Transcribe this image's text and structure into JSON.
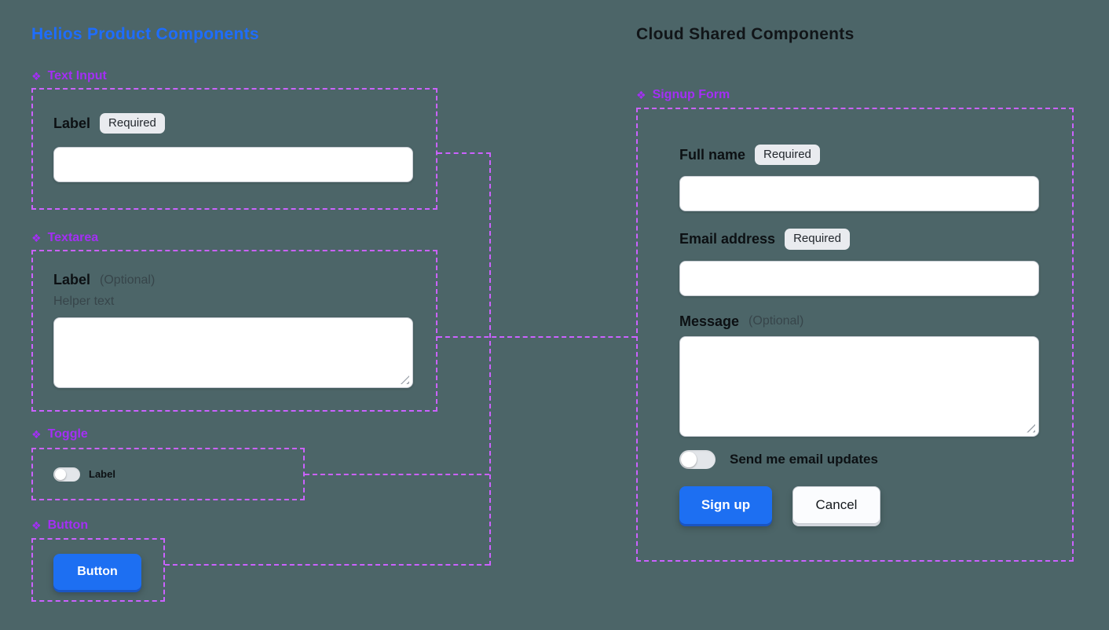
{
  "theme": {
    "canvas_bg": "#4C6568",
    "accent_blue": "#1D6FF2",
    "heading_blue": "#1E6DFF",
    "component_purple": "#A42FF5",
    "connector_purple": "#CB62FF"
  },
  "icons": {
    "component": "❖"
  },
  "left": {
    "title": "Helios Product Components",
    "text_input": {
      "tag": "Text Input",
      "label": "Label",
      "badge": "Required",
      "value": ""
    },
    "textarea": {
      "tag": "Textarea",
      "label": "Label",
      "optional": "(Optional)",
      "helper": "Helper text",
      "value": ""
    },
    "toggle": {
      "tag": "Toggle",
      "label": "Label"
    },
    "button": {
      "tag": "Button",
      "label": "Button"
    }
  },
  "right": {
    "title": "Cloud Shared Components",
    "signup": {
      "tag": "Signup Form",
      "fields": [
        {
          "label": "Full name",
          "badge": "Required",
          "value": ""
        },
        {
          "label": "Email address",
          "badge": "Required",
          "value": ""
        },
        {
          "label": "Message",
          "optional": "(Optional)",
          "value": ""
        }
      ],
      "toggle_label": "Send me email updates",
      "signup_button": "Sign up",
      "cancel_button": "Cancel"
    }
  }
}
